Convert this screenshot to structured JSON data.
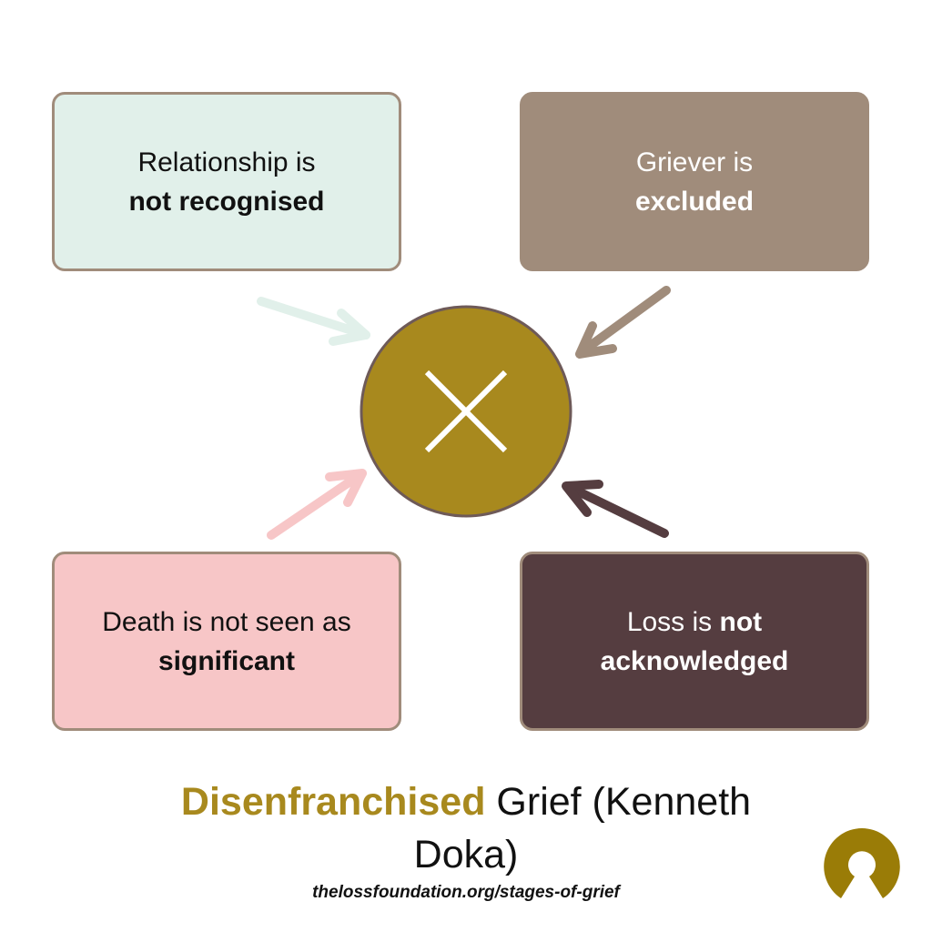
{
  "boxes": {
    "top_left": {
      "normal": "Relationship is",
      "bold": "not recognised"
    },
    "top_right": {
      "normal": "Griever is",
      "bold": "excluded"
    },
    "bottom_left": {
      "normal": "Death is not seen as",
      "bold": "significant"
    },
    "bottom_right": {
      "normal": "Loss is",
      "bold": "not acknowledged"
    }
  },
  "center_icon": "x-cross-icon",
  "title": {
    "highlight": "Disenfranchised",
    "rest": "Grief (Kenneth Doka)"
  },
  "url": "thelossfoundation.org/stages-of-grief",
  "colors": {
    "accent": "#a8891e",
    "mint": "#e1f0ea",
    "taupe": "#a08c7b",
    "pink": "#f7c6c7",
    "plum": "#553d40"
  }
}
